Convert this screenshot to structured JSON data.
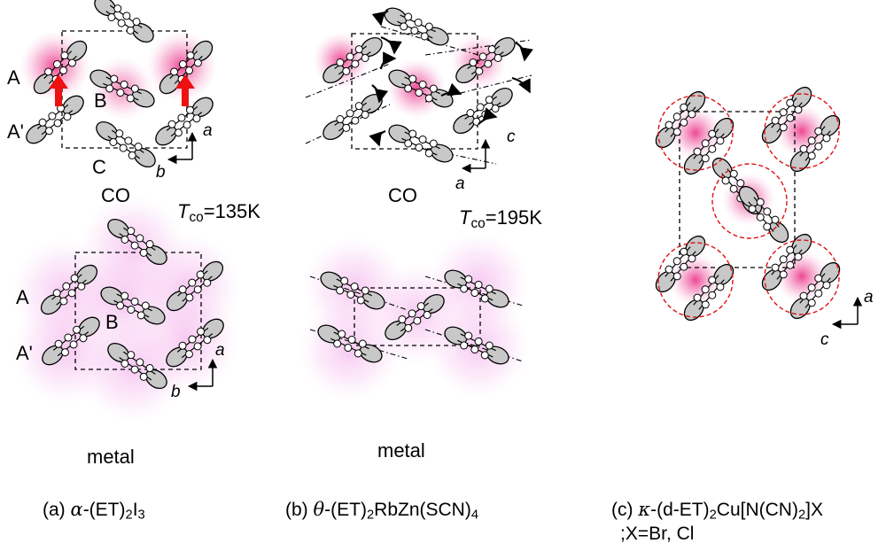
{
  "panels": {
    "a": {
      "caption_prefix": "(a) ",
      "caption_greek": "α",
      "caption_1": "-(ET)",
      "caption_sub1": "2",
      "caption_2": "I",
      "caption_sub2": "3",
      "co_label": "CO",
      "metal_label": "metal",
      "tco_T": "T",
      "tco_sub": "co",
      "tco_value": "=135K",
      "molecule_labels": [
        "A",
        "B",
        "A'",
        "C"
      ],
      "metal_molecule_labels": [
        "A",
        "B",
        "A'"
      ],
      "axis_a": "a",
      "axis_b": "b"
    },
    "b": {
      "caption_prefix": "(b) ",
      "caption_greek": "θ",
      "caption_1": "-(ET)",
      "caption_sub1": "2",
      "caption_2": "RbZn(SCN)",
      "caption_sub2": "4",
      "co_label": "CO",
      "metal_label": "metal",
      "tco_T": "T",
      "tco_sub": "co",
      "tco_value": "=195K",
      "axis_c": "c",
      "axis_a": "a"
    },
    "c": {
      "caption_prefix": "(c) ",
      "caption_greek": "κ",
      "caption_1": "-(d-ET)",
      "caption_sub1": "2",
      "caption_2": "Cu[N(CN)",
      "caption_sub2": "2",
      "caption_3": "]X",
      "caption_line2": ";X=Br, Cl",
      "axis_a": "a",
      "axis_c": "c"
    }
  },
  "colors": {
    "charge_glow": "#ec3d8c",
    "metal_glow": "#f3b8ec",
    "arrow_red": "#ee1111",
    "dimer_circle": "#dd1111",
    "molecule_fill": "#c8c8c8"
  }
}
